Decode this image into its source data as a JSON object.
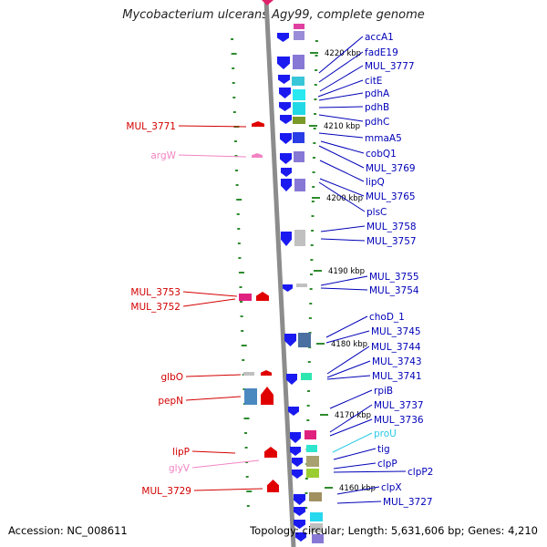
{
  "title": "Mycobacterium ulcerans Agy99, complete genome",
  "footer": {
    "accession": "Accession: NC_008611",
    "summary": "Topology: circular; Length: 5,631,606 bp; Genes: 4,210"
  },
  "colors": {
    "right_label": "#0000b8",
    "left_label": "#d40000",
    "rna_right": "#29c9e6",
    "rna_left": "#f283c3",
    "backbone": "#8c8c8c",
    "tick": "#2e8b2e"
  },
  "scale_ticks": [
    "4220 kbp",
    "4210 kbp",
    "4200 kbp",
    "4190 kbp",
    "4180 kbp",
    "4170 kbp",
    "4160 kbp"
  ],
  "left_labels": [
    {
      "text": "MUL_3771",
      "kind": "gene"
    },
    {
      "text": "argW",
      "kind": "rna"
    },
    {
      "text": "MUL_3753",
      "kind": "gene"
    },
    {
      "text": "MUL_3752",
      "kind": "gene"
    },
    {
      "text": "glbO",
      "kind": "gene"
    },
    {
      "text": "pepN",
      "kind": "gene"
    },
    {
      "text": "lipP",
      "kind": "gene"
    },
    {
      "text": "glyV",
      "kind": "rna"
    },
    {
      "text": "MUL_3729",
      "kind": "gene"
    }
  ],
  "right_labels": [
    {
      "text": "accA1",
      "kind": "gene"
    },
    {
      "text": "fadE19",
      "kind": "gene"
    },
    {
      "text": "MUL_3777",
      "kind": "gene"
    },
    {
      "text": "citE",
      "kind": "gene"
    },
    {
      "text": "pdhA",
      "kind": "gene"
    },
    {
      "text": "pdhB",
      "kind": "gene"
    },
    {
      "text": "pdhC",
      "kind": "gene"
    },
    {
      "text": "mmaA5",
      "kind": "gene"
    },
    {
      "text": "cobQ1",
      "kind": "gene"
    },
    {
      "text": "MUL_3769",
      "kind": "gene"
    },
    {
      "text": "lipQ",
      "kind": "gene"
    },
    {
      "text": "MUL_3765",
      "kind": "gene"
    },
    {
      "text": "plsC",
      "kind": "gene"
    },
    {
      "text": "MUL_3758",
      "kind": "gene"
    },
    {
      "text": "MUL_3757",
      "kind": "gene"
    },
    {
      "text": "MUL_3755",
      "kind": "gene"
    },
    {
      "text": "MUL_3754",
      "kind": "gene"
    },
    {
      "text": "choD_1",
      "kind": "gene"
    },
    {
      "text": "MUL_3745",
      "kind": "gene"
    },
    {
      "text": "MUL_3744",
      "kind": "gene"
    },
    {
      "text": "MUL_3743",
      "kind": "gene"
    },
    {
      "text": "MUL_3741",
      "kind": "gene"
    },
    {
      "text": "rpiB",
      "kind": "gene"
    },
    {
      "text": "MUL_3737",
      "kind": "gene"
    },
    {
      "text": "MUL_3736",
      "kind": "gene"
    },
    {
      "text": "proU",
      "kind": "rna"
    },
    {
      "text": "tig",
      "kind": "gene"
    },
    {
      "text": "clpP",
      "kind": "gene"
    },
    {
      "text": "clpP2",
      "kind": "gene"
    },
    {
      "text": "clpX",
      "kind": "gene"
    },
    {
      "text": "MUL_3727",
      "kind": "gene"
    }
  ]
}
